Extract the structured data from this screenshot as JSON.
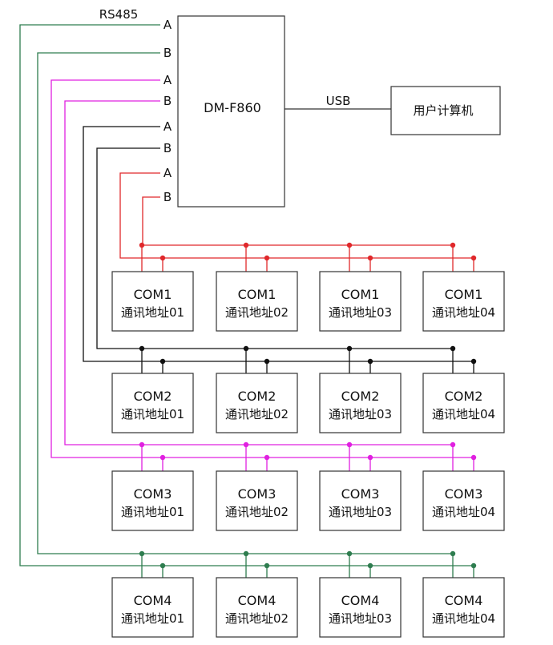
{
  "bus_label": "RS485",
  "controller": {
    "label": "DM-F860"
  },
  "usb_label": "USB",
  "computer": {
    "label": "用户计算机"
  },
  "port_pin_labels": [
    "A",
    "B",
    "A",
    "B",
    "A",
    "B",
    "A",
    "B"
  ],
  "colors": {
    "com1": "#e0282b",
    "com2": "#111111",
    "com3": "#e020e0",
    "com4": "#2e7d4f",
    "box": "#333333"
  },
  "groups": [
    {
      "key": "com1",
      "devices": [
        {
          "com": "COM1",
          "addr": "通讯地址01"
        },
        {
          "com": "COM1",
          "addr": "通讯地址02"
        },
        {
          "com": "COM1",
          "addr": "通讯地址03"
        },
        {
          "com": "COM1",
          "addr": "通讯地址04"
        }
      ]
    },
    {
      "key": "com2",
      "devices": [
        {
          "com": "COM2",
          "addr": "通讯地址01"
        },
        {
          "com": "COM2",
          "addr": "通讯地址02"
        },
        {
          "com": "COM2",
          "addr": "通讯地址03"
        },
        {
          "com": "COM2",
          "addr": "通讯地址04"
        }
      ]
    },
    {
      "key": "com3",
      "devices": [
        {
          "com": "COM3",
          "addr": "通讯地址01"
        },
        {
          "com": "COM3",
          "addr": "通讯地址02"
        },
        {
          "com": "COM3",
          "addr": "通讯地址03"
        },
        {
          "com": "COM3",
          "addr": "通讯地址04"
        }
      ]
    },
    {
      "key": "com4",
      "devices": [
        {
          "com": "COM4",
          "addr": "通讯地址01"
        },
        {
          "com": "COM4",
          "addr": "通讯地址02"
        },
        {
          "com": "COM4",
          "addr": "通讯地址03"
        },
        {
          "com": "COM4",
          "addr": "通讯地址04"
        }
      ]
    }
  ]
}
